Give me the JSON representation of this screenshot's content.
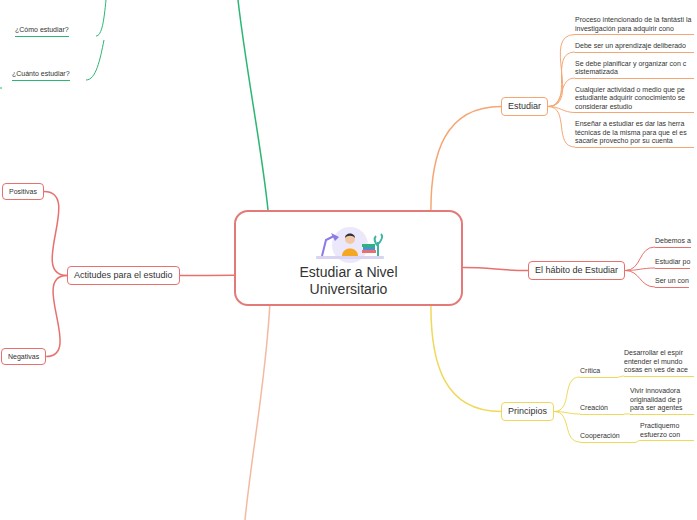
{
  "diagram": {
    "nodes": [
      {
        "text": [
          "Estudiar a Nivel Universitario"
        ]
      },
      {
        "text": [
          "Estudiar"
        ]
      },
      {
        "text": [
          "El hábito de Estudiar"
        ]
      },
      {
        "text": [
          "Principios"
        ]
      },
      {
        "text": [
          "Actitudes para el estudio"
        ]
      },
      {
        "text": [
          "Positivas"
        ]
      },
      {
        "text": [
          "Negativas"
        ]
      }
    ],
    "edges": [
      {
        "from": 0,
        "to": 1,
        "arrow": "none"
      },
      {
        "from": 0,
        "to": 2,
        "arrow": "none"
      },
      {
        "from": 0,
        "to": 3,
        "arrow": "none"
      },
      {
        "from": 0,
        "to": 4,
        "arrow": "none"
      },
      {
        "from": 4,
        "to": 5,
        "arrow": "none"
      },
      {
        "from": 4,
        "to": 6,
        "arrow": "none"
      }
    ],
    "labels": [
      "¿Cómo estudiar?",
      "¿Cuánto estudiar?",
      "Proceso intencionado de la fantásti la investigación para adquirir cono",
      "Debe ser un aprendizaje deliberado",
      "Se debe planificar y organizar con c sistematizada",
      "Cualquier actividad o medio que pe estudiante adquirir conocimiento se considerar estudio",
      "Enseñar a estudiar es dar las herra técnicas de la misma para que el es sacarle provecho por su cuenta",
      "Debemos a",
      "Estudiar po",
      "Ser un con",
      "Crítica",
      "Desarrollar el espír entender el mundo cosas en ves de ace",
      "Creación",
      "Vivir innovadora originalidad de p para ser agentes",
      "Cooperación",
      "Practiquemo esfuerzo con"
    ]
  }
}
